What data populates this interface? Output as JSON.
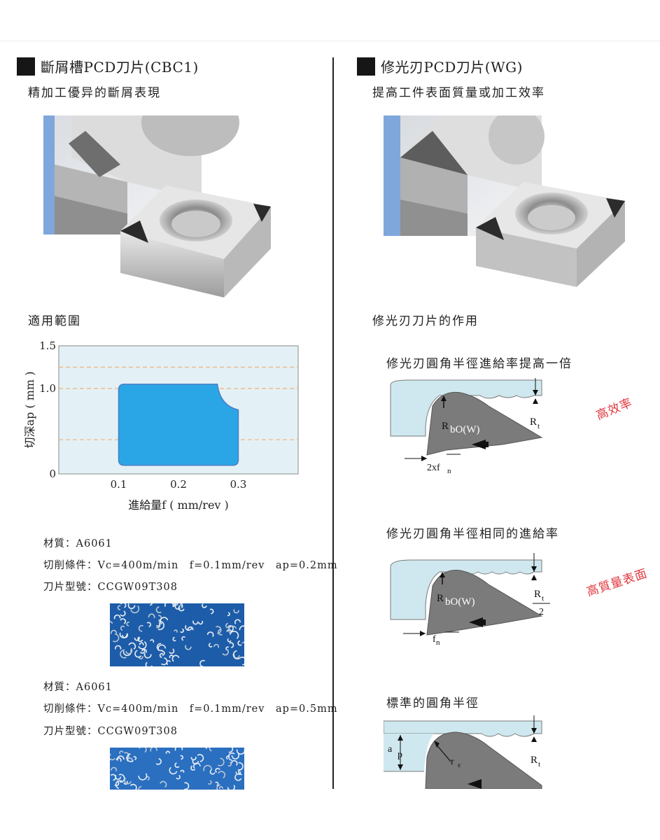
{
  "left": {
    "heading": "斷屑槽PCD刀片(CBC1)",
    "subtitle": "精加工優异的斷屑表現",
    "range_label": "適用範圍",
    "samples": [
      {
        "material": "材質：A6061",
        "cutting": "切削條件：Vc=400m/min　f=0.1mm/rev　ap=0.2mm",
        "insert": "刀片型號：CCGW09T308"
      },
      {
        "material": "材質：A6061",
        "cutting": "切削條件：Vc=400m/min　f=0.1mm/rev　ap=0.5mm",
        "insert": "刀片型號：CCGW09T308"
      }
    ]
  },
  "right": {
    "heading": "修光刃PCD刀片(WG)",
    "subtitle": "提高工件表面質量或加工效率",
    "section_label": "修光刃刀片的作用",
    "diagrams": [
      {
        "title": "修光刃圓角半徑進給率提高一倍",
        "stamp": "高效率",
        "radius": "R",
        "radius_sub": "bO(W)",
        "feed": "2xf",
        "feed_sub": "n",
        "rt": "R",
        "rt_sub": "t"
      },
      {
        "title": "修光刃圓角半徑相同的進給率",
        "stamp": "高質量表面",
        "radius": "R",
        "radius_sub": "bO(W)",
        "feed": "f",
        "feed_sub": "n",
        "rt": "R",
        "rt_sub": "t",
        "rt_div": "2"
      },
      {
        "title": "標準的圓角半徑",
        "ap": "a",
        "ap_sub": "p",
        "r": "r",
        "r_sub": "ε",
        "rt": "R",
        "rt_sub": "t"
      }
    ]
  },
  "chart_data": {
    "type": "area",
    "xlabel": "進給量f ( mm/rev )",
    "ylabel": "切深ap ( mm )",
    "xticks": [
      "0.1",
      "0.2",
      "0.3"
    ],
    "yticks": [
      "0",
      "1.0",
      "1.5"
    ],
    "xlim": [
      0,
      0.4
    ],
    "ylim": [
      0,
      1.5
    ],
    "gridlines_y": [
      0.4,
      1.0,
      1.25
    ],
    "region": {
      "x_min": 0.1,
      "x_max": 0.3,
      "y_min": 0.1,
      "y_max": 1.05
    },
    "colors": {
      "background": "#e3f1f6",
      "region": "#2aa6e6",
      "grid": "#f1b078"
    }
  }
}
